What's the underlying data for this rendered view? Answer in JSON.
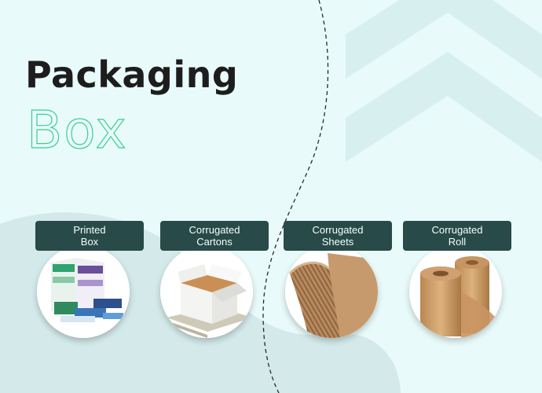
{
  "heading": {
    "line1": "Packaging",
    "line2": "Box"
  },
  "colors": {
    "background": "#e9fafa",
    "blob": "#d3e9ea",
    "chevron": "#d7efef",
    "label_bg": "#284a48",
    "title_dark": "#1d1d1d",
    "title_outline": "#3ccf8f"
  },
  "products": [
    {
      "label": "Printed\nBox",
      "image": "printed-box-image"
    },
    {
      "label": "Corrugated\nCartons",
      "image": "corrugated-cartons-image"
    },
    {
      "label": "Corrugated\nSheets",
      "image": "corrugated-sheets-image"
    },
    {
      "label": "Corrugated\nRoll",
      "image": "corrugated-roll-image"
    }
  ]
}
